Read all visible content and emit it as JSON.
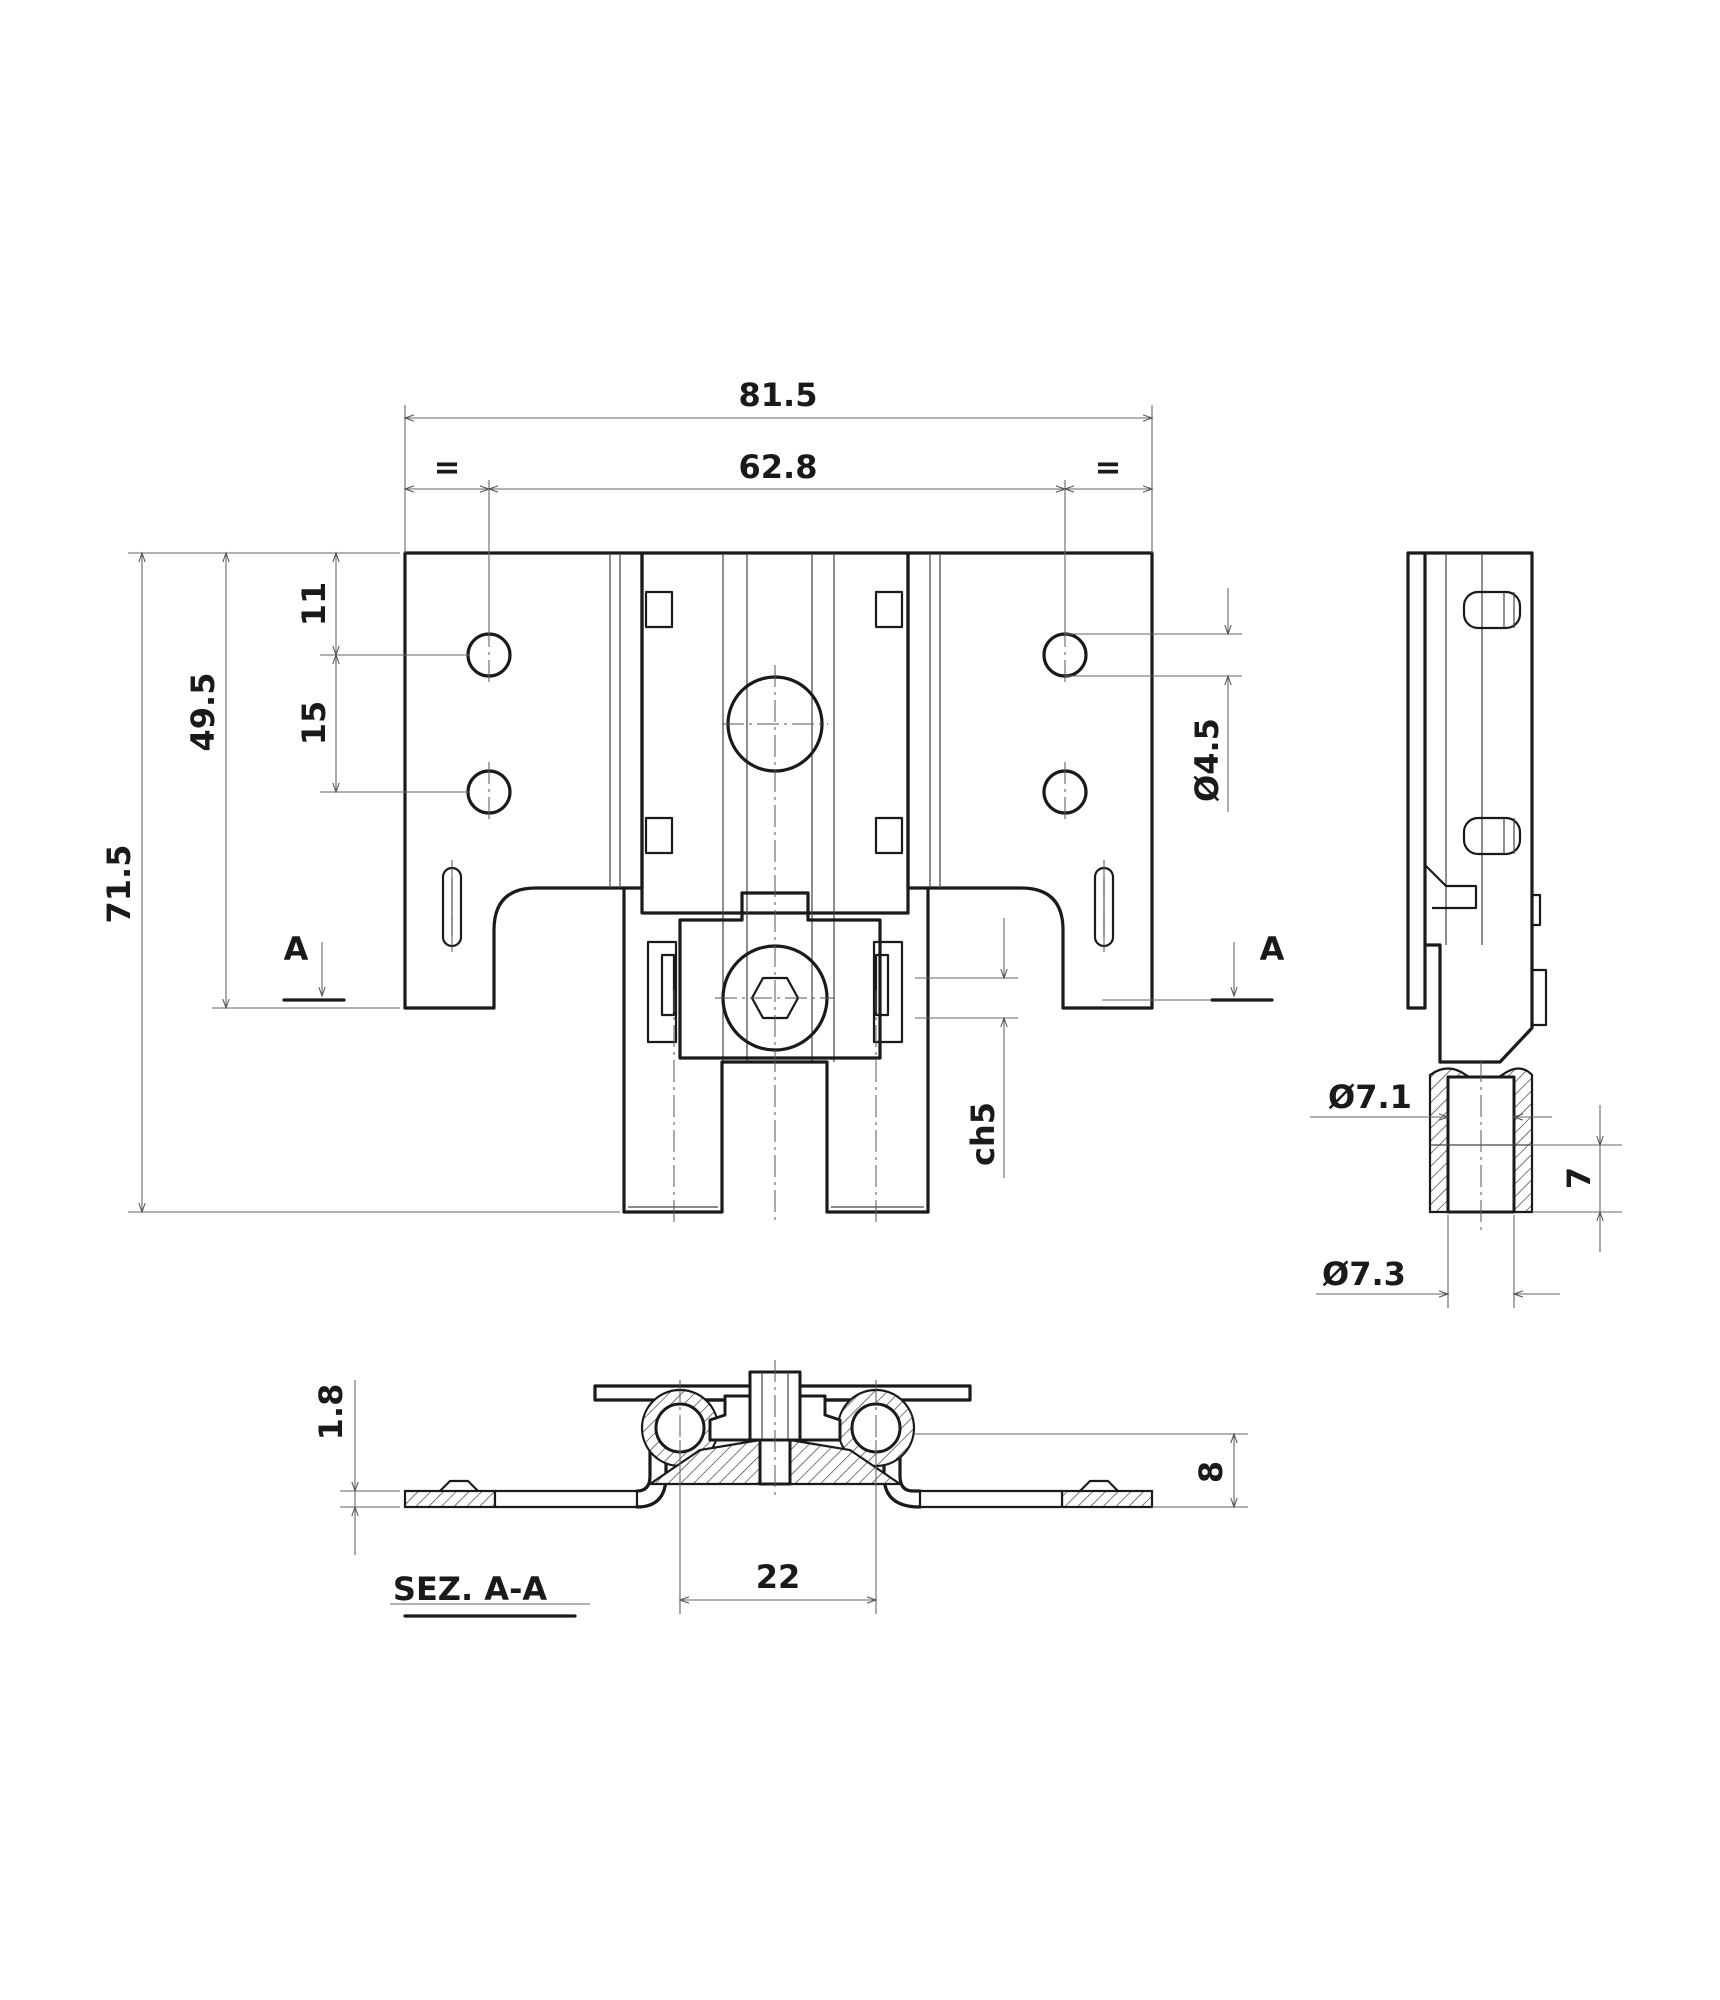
{
  "drawing": {
    "dimensions": {
      "overall_width": "81.5",
      "hole_spacing": "62.8",
      "equal_left": "=",
      "equal_right": "=",
      "overall_height": "71.5",
      "height_to_section": "49.5",
      "hole_offset_top": "11",
      "hole_pitch": "15",
      "hole_diameter": "Ø4.5",
      "hex_key": "ch5",
      "roller_diameter": "Ø7.1",
      "roller_width": "7",
      "axle_diameter": "Ø7.3",
      "plate_thickness": "1.8",
      "section_height": "8",
      "wheel_spacing": "22"
    },
    "section_marker_left": "A",
    "section_marker_right": "A",
    "section_title": "SEZ. A-A"
  }
}
